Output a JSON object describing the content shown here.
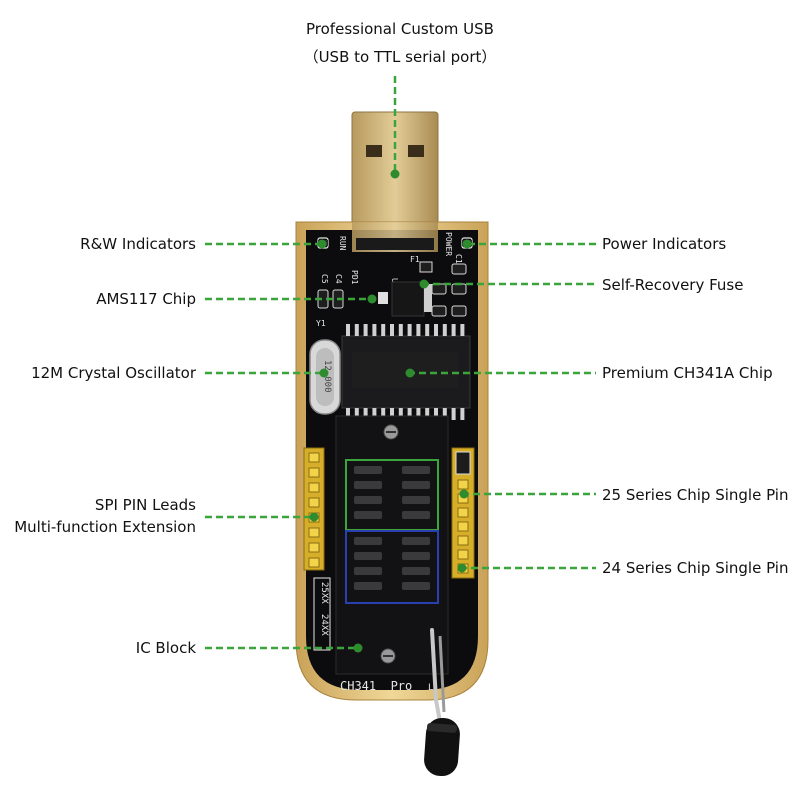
{
  "title": {
    "line1": "Professional Custom USB",
    "line2": "（USB to TTL serial port）"
  },
  "labels": {
    "rw_indicators": "R&W Indicators",
    "ams117_chip": "AMS117 Chip",
    "crystal": "12M Crystal Oscillator",
    "spi_leads_1": "SPI PIN Leads",
    "spi_leads_2": "Multi-function Extension",
    "ic_block": "IC Block",
    "power_indicators": "Power Indicators",
    "self_recovery_fuse": "Self-Recovery Fuse",
    "ch341a_chip": "Premium CH341A Chip",
    "series25": "25 Series Chip Single Pin",
    "series24": "24 Series Chip Single Pin"
  },
  "silkscreen": {
    "run": "RUN",
    "power": "POWER",
    "pd1": "PD1",
    "c4": "C4",
    "c5": "C5",
    "c1": "C1",
    "f1": "F1",
    "u1": "U1",
    "y1": "Y1",
    "crystal_mark": "12.000",
    "socket_25": "25XX",
    "socket_24": "24XX",
    "board_name": "CH341  Pro",
    "lever": "L"
  },
  "colors": {
    "board": "#0b0b0d",
    "board_edge": "#d9b56a",
    "usb_metal": "#cdb27a",
    "leader_line": "#3aa53a",
    "leader_dot": "#2e8b2e",
    "box_25": "#3aa53a",
    "box_24": "#2a3fb0",
    "header_pins": "#e8c020"
  }
}
